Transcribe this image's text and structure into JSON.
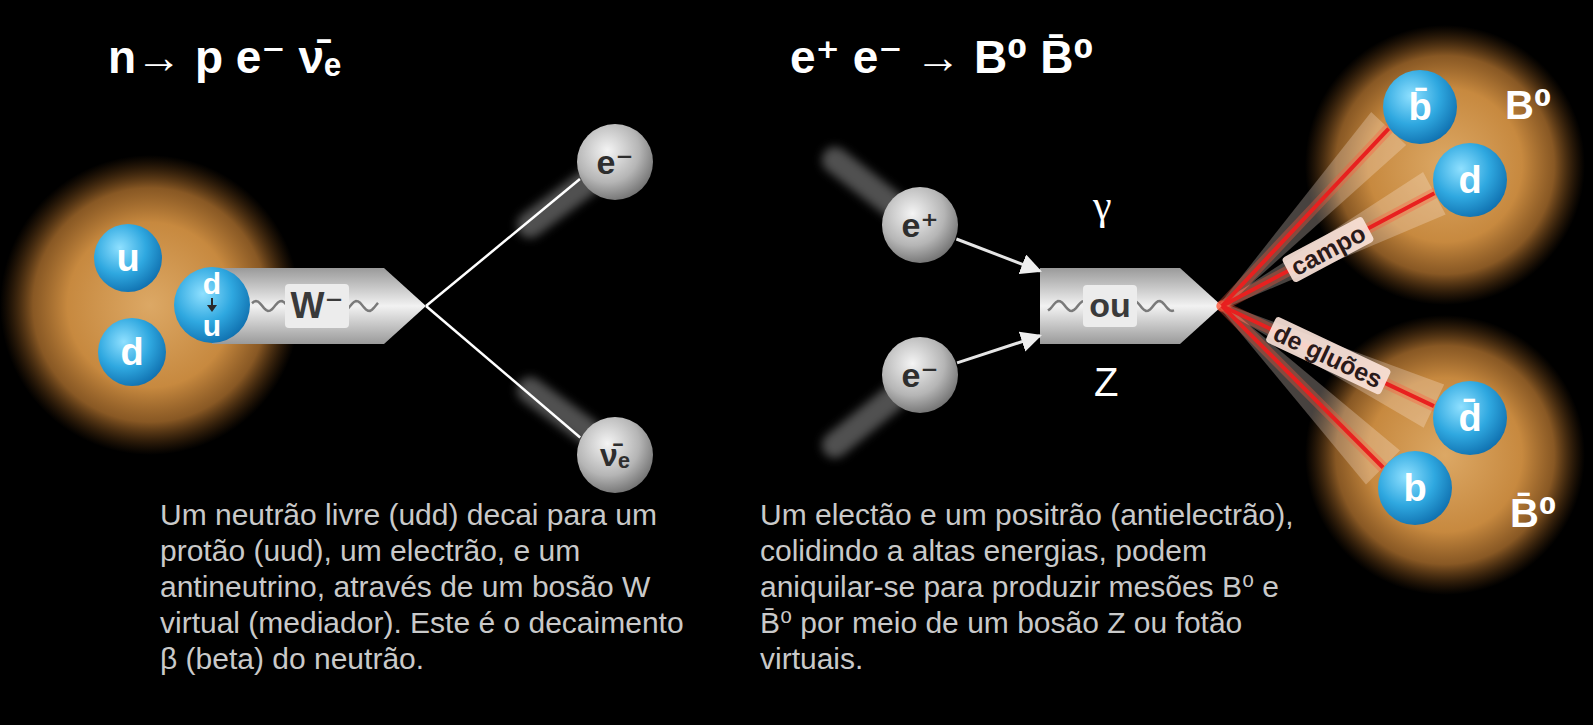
{
  "diagram": {
    "nodes": [
      {
        "text": [
          "u"
        ]
      },
      {
        "text": [
          "d"
        ]
      },
      {
        "text": [
          "d",
          "u"
        ]
      },
      {
        "text": [
          "W⁻"
        ]
      },
      {
        "text": [
          "e⁻"
        ]
      },
      {
        "text": [
          "ν̄ₑ"
        ]
      },
      {
        "text": [
          "e⁺"
        ]
      },
      {
        "text": [
          "e⁻"
        ]
      },
      {
        "text": [
          "ou"
        ]
      },
      {
        "text": [
          "B⁰"
        ]
      },
      {
        "text": [
          "b̄"
        ],
        "in": 9
      },
      {
        "text": [
          "d"
        ],
        "in": 9
      },
      {
        "text": [
          "B̄⁰"
        ]
      },
      {
        "text": [
          "d̄"
        ],
        "in": 12
      },
      {
        "text": [
          "b"
        ],
        "in": 12
      }
    ],
    "edges": [
      {
        "from": 3,
        "to": 4,
        "arrow": "none"
      },
      {
        "from": 3,
        "to": 5,
        "arrow": "none"
      },
      {
        "from": 6,
        "to": 8,
        "arrow": "to"
      },
      {
        "from": 7,
        "to": 8,
        "arrow": "to"
      },
      {
        "from": 8,
        "to": 10,
        "arrow": "none"
      },
      {
        "from": 8,
        "to": 11,
        "label": "campo",
        "arrow": "none"
      },
      {
        "from": 8,
        "to": 13,
        "label": "de gluões",
        "arrow": "none"
      },
      {
        "from": 8,
        "to": 14,
        "arrow": "none"
      }
    ],
    "labels": [
      "n→ p e⁻ ν̄ₑ",
      "e⁺ e⁻ → B⁰ B̄⁰",
      "γ",
      "Z",
      "Um neutrão livre (udd) decai para um protão (uud), um electrão, e um antineutrino, através de um bosão W virtual (mediador). Este é o decaimento β (beta) do neutrão.",
      "Um electão e um positrão (antielectrão), colidindo a altas energias, podem aniquilar-se para produzir mesões B⁰ e B̄⁰ por meio de um bosão Z ou fotão virtuais."
    ]
  }
}
